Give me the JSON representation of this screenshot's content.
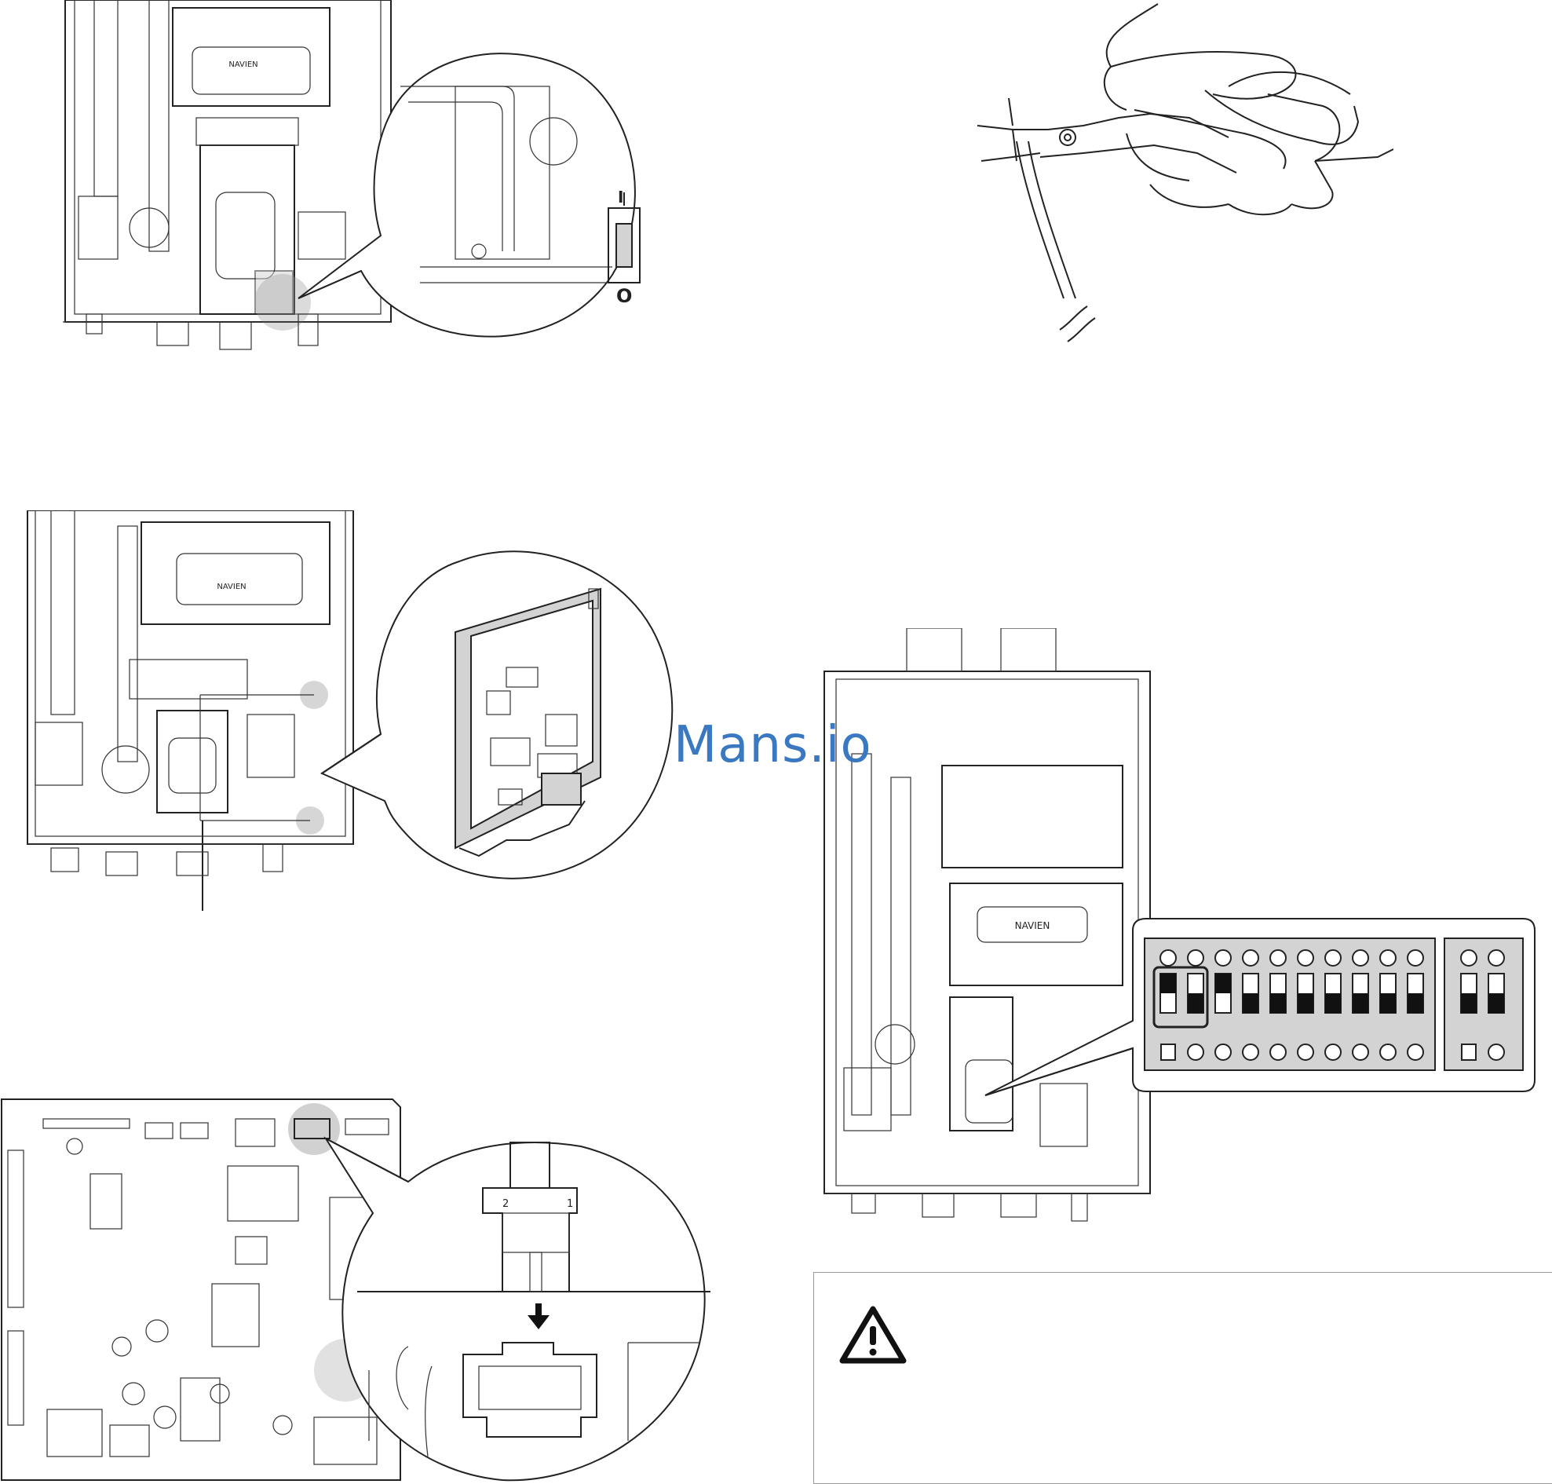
{
  "watermark": "Mans.io",
  "power_switch": {
    "on_label": "I",
    "off_label": "O"
  },
  "heat_exchanger_logo": "NAVIEN",
  "dip_switch_panel": {
    "bank_a_count": 10,
    "bank_b_count": 2
  },
  "pcb_connector_labels": {
    "pin_left": "2",
    "pin_right": "1"
  },
  "caution_icon": "warning-triangle-icon",
  "tool_icon": "wire-stripper-icon"
}
